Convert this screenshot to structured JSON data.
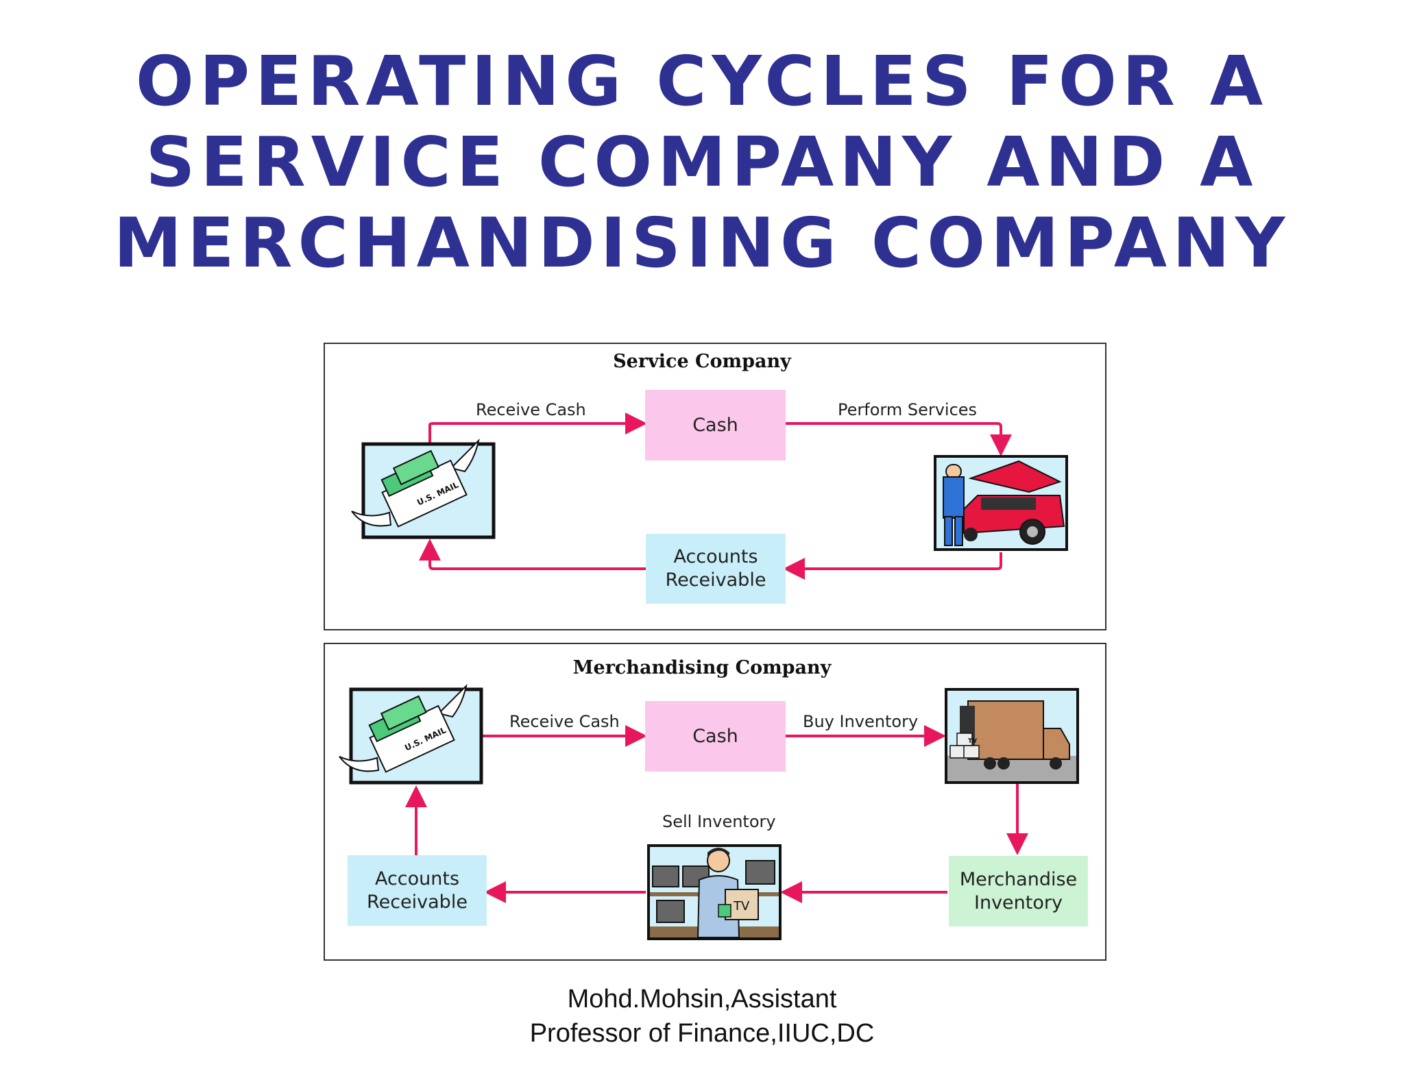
{
  "title": {
    "line1": "OPERATING CYCLES FOR A",
    "line2": "SERVICE COMPANY AND A",
    "line3": "MERCHANDISING COMPANY"
  },
  "service": {
    "heading": "Service Company",
    "cash_box": "Cash",
    "ar_box": "Accounts\nReceivable",
    "receive_cash_label": "Receive Cash",
    "perform_services_label": "Perform Services",
    "mail_text": "U.S. MAIL"
  },
  "merchandising": {
    "heading": "Merchandising Company",
    "cash_box": "Cash",
    "ar_box": "Accounts\nReceivable",
    "inventory_box": "Merchandise\nInventory",
    "receive_cash_label": "Receive Cash",
    "buy_inventory_label": "Buy Inventory",
    "sell_inventory_label": "Sell Inventory",
    "mail_text": "U.S. MAIL",
    "tv_text": "TV"
  },
  "footer": {
    "line1": "Mohd.Mohsin,Assistant",
    "line2": "Professor of Finance,IIUC,DC"
  },
  "colors": {
    "title": "#2e3192",
    "arrow": "#e8175d",
    "cash_box": "#fbc7ea",
    "ar_box": "#c8eef9",
    "inventory_box": "#ccf3d3"
  }
}
